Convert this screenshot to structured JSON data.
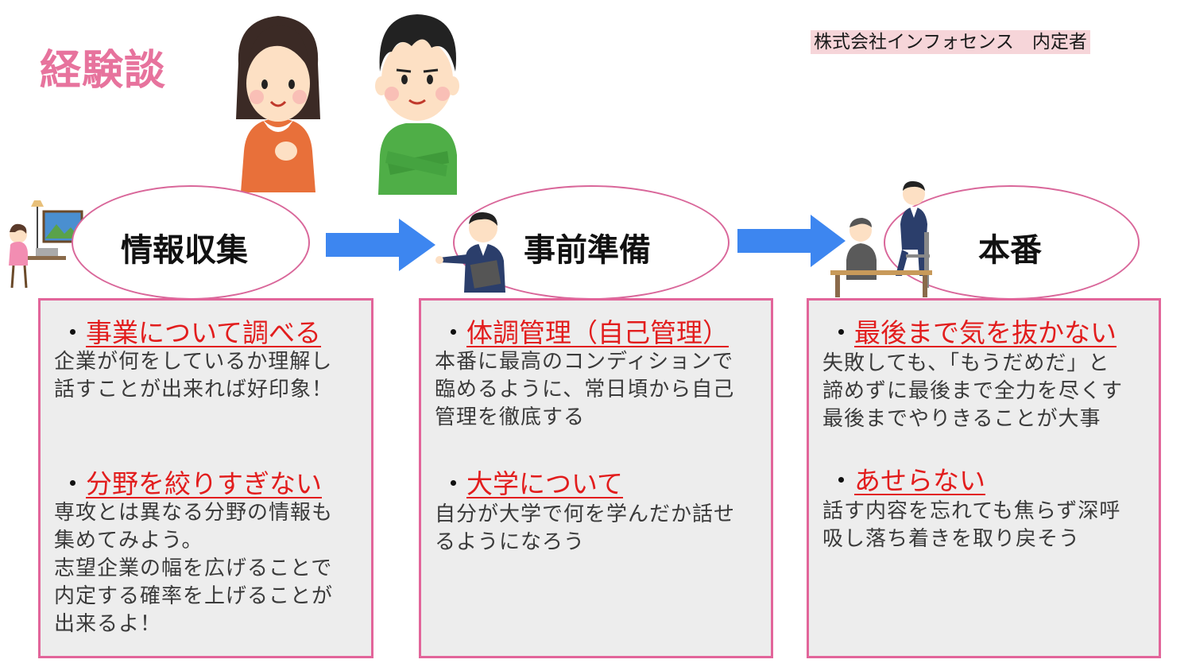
{
  "page": {
    "title": "経験談",
    "company": "株式会社インフォセンス　内定者"
  },
  "steps": [
    {
      "label": "情報収集"
    },
    {
      "label": "事前準備"
    },
    {
      "label": "本番"
    }
  ],
  "panels": [
    {
      "sections": [
        {
          "heading": "事業について調べる",
          "lines": [
            "企業が何をしているか理解し",
            "話すことが出来れば好印象！"
          ]
        },
        {
          "heading": "分野を絞りすぎない",
          "lines": [
            "専攻とは異なる分野の情報も",
            "集めてみよう。",
            "志望企業の幅を広げることで",
            "内定する確率を上げることが",
            "出来るよ！"
          ]
        }
      ]
    },
    {
      "sections": [
        {
          "heading": "体調管理（自己管理）",
          "lines": [
            "本番に最高のコンディションで",
            "臨めるように、常日頃から自己",
            "管理を徹底する"
          ]
        },
        {
          "heading": "大学について",
          "lines": [
            "自分が大学で何を学んだか話せ",
            "るようになろう"
          ]
        }
      ]
    },
    {
      "sections": [
        {
          "heading": "最後まで気を抜かない",
          "lines": [
            "失敗しても、「もうだめだ」と",
            "諦めずに最後まで全力を尽くす",
            "最後までやりきることが大事"
          ]
        },
        {
          "heading": "あせらない",
          "lines": [
            "話す内容を忘れても焦らず深呼",
            "吸し落ち着きを取り戻そう"
          ]
        }
      ]
    }
  ],
  "colors": {
    "accent_pink": "#e7739d",
    "heading_red": "#e21d1d",
    "arrow_blue": "#3d86f0",
    "panel_border": "#e2659a"
  },
  "icons": [
    "woman-character",
    "man-character",
    "student-at-desk-icon",
    "presenter-pointing-icon",
    "interview-icon",
    "right-arrow-icon"
  ]
}
